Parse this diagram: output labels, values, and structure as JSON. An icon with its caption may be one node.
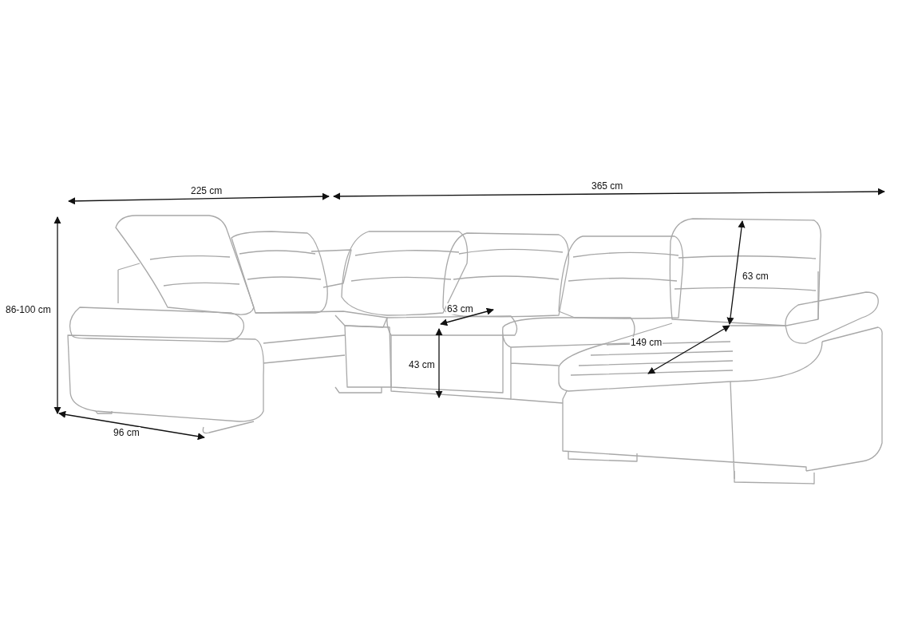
{
  "diagram": {
    "labels": [
      "225 cm",
      "365 cm",
      "63 cm",
      "86-100 cm",
      "63 cm",
      "149 cm",
      "43 cm",
      "96 cm"
    ]
  }
}
